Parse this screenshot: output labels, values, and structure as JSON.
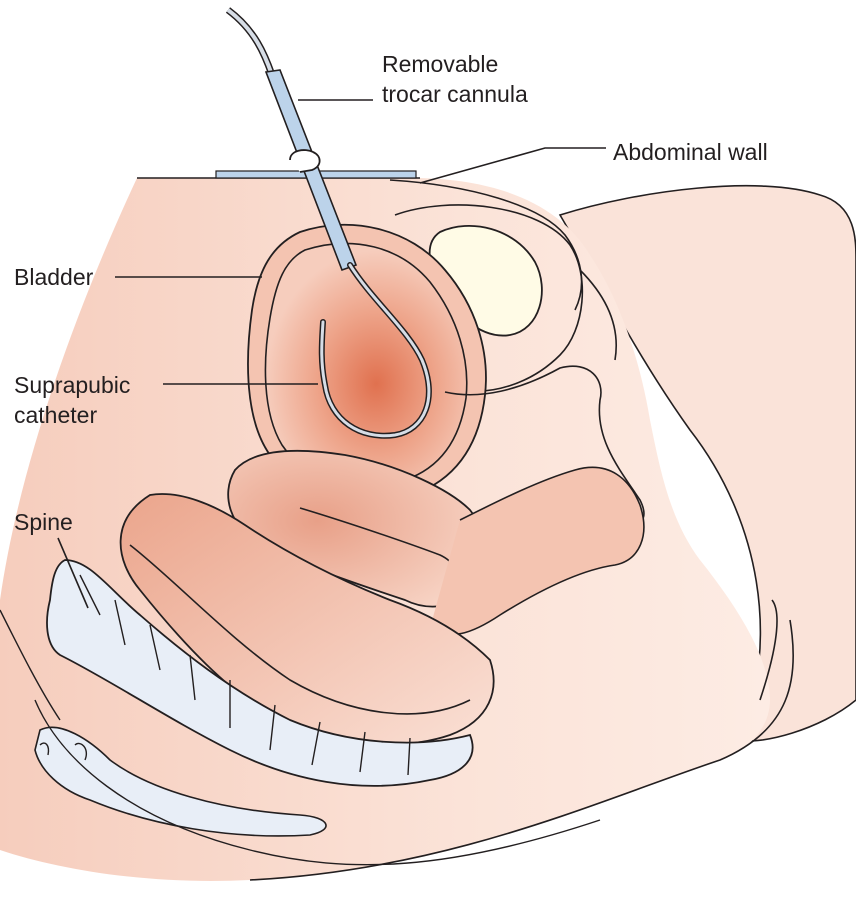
{
  "labels": {
    "trocar_line1": "Removable",
    "trocar_line2": "trocar cannula",
    "abdominal_wall": "Abdominal wall",
    "bladder": "Bladder",
    "catheter_line1": "Suprapubic",
    "catheter_line2": "catheter",
    "spine": "Spine"
  },
  "colors": {
    "skin": "#f7d7c9",
    "skin_light": "#fbe6dc",
    "organ": "#f0b9a3",
    "organ_center": "#e0714f",
    "organ_outline": "#231f20",
    "bone": "#e8eef7",
    "cannula": "#bcd3ea",
    "cavity": "#fffbe6"
  }
}
